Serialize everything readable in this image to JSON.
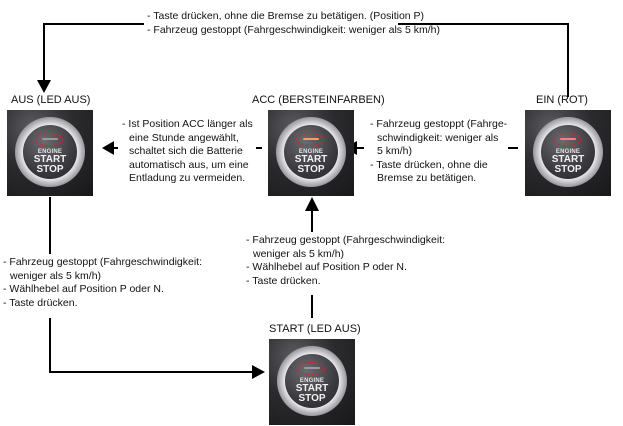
{
  "states": {
    "aus": {
      "label": "AUS (LED AUS)",
      "led_color": "#9a9a9a"
    },
    "acc": {
      "label": "ACC (BERSTEINFARBEN)",
      "led_color": "#f0a060"
    },
    "ein": {
      "label": "EIN (ROT)",
      "led_color": "#ff7a88"
    },
    "start": {
      "label": "START (LED AUS)",
      "led_color": "#9a9a9a"
    }
  },
  "button_text": {
    "line1": "ENGINE",
    "line2": "START",
    "line3": "STOP"
  },
  "transitions": {
    "ein_to_aus": [
      "- Taste drücken, ohne die Bremse zu betätigen. (Position P)",
      "- Fahrzeug gestoppt (Fahrgeschwindigkeit: weniger als 5 km/h)"
    ],
    "acc_to_aus": [
      "- Ist Position ACC länger als",
      "eine Stunde angewählt,",
      "schaltet sich die Batterie",
      "automatisch aus, um eine",
      "Entladung zu vermeiden."
    ],
    "ein_to_acc": [
      "- Fahrzeug gestoppt (Fahrge-",
      "schwindigkeit: weniger als",
      "5 km/h)",
      "- Taste drücken, ohne die",
      "Bremse zu betätigen."
    ],
    "aus_to_start": [
      "- Fahrzeug gestoppt (Fahrgeschwindigkeit:",
      "weniger als 5 km/h)",
      "- Wählhebel auf Position P oder N.",
      "- Taste drücken."
    ],
    "start_to_acc": [
      "- Fahrzeug gestoppt (Fahrgeschwindigkeit:",
      "weniger als 5 km/h)",
      "- Wählhebel auf Position P oder N.",
      "- Taste drücken."
    ]
  },
  "colors": {
    "line": "#000000",
    "led_oval": "#e0221e"
  }
}
